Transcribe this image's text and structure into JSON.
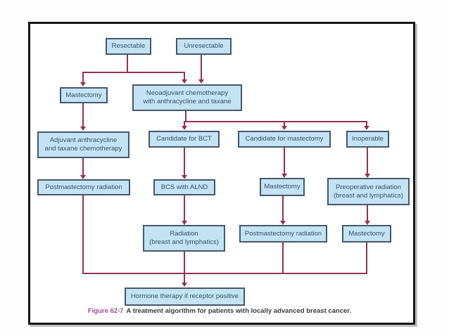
{
  "figure": {
    "caption_label": "Figure 62-7",
    "caption_text": "A treatment algorithm for patients with locally advanced breast cancer."
  },
  "colors": {
    "box_fill": "#c3e3f4",
    "box_border": "#46586a",
    "box_text": "#35506b",
    "connector": "#963152",
    "caption_label": "#9d4a9c",
    "caption_text": "#3a3a3a",
    "panel_border": "#151515"
  },
  "nodes": {
    "resectable": {
      "label": "Resectable"
    },
    "unresectable": {
      "label": "Unresectable"
    },
    "mastectomy_upper_left": {
      "label": "Mastectomy"
    },
    "neoadjuvant_chemotherapy": {
      "label": "Neoadjuvant chemotherapy\nwith anthracycline and taxane"
    },
    "adjuvant_chemotherapy": {
      "label": "Adjuvant anthracycline\nand taxane chemotherapy"
    },
    "candidate_for_bct": {
      "label": "Candidate for BCT"
    },
    "candidate_for_mastectomy": {
      "label": "Candidate for mastectomy"
    },
    "inoperable": {
      "label": "Inoperable"
    },
    "postmastectomy_radiation_left": {
      "label": "Postmastectomy radiation"
    },
    "bcs_with_alnd": {
      "label": "BCS with ALND"
    },
    "mastectomy_middle": {
      "label": "Mastectomy"
    },
    "preoperative_radiation": {
      "label": "Preoperative radiation\n(breast and lymphatics)"
    },
    "radiation_breast_lymphatics": {
      "label": "Radiation\n(breast and lymphatics)"
    },
    "postmastectomy_radiation_middle": {
      "label": "Postmastectomy radiation"
    },
    "mastectomy_right": {
      "label": "Mastectomy"
    },
    "hormone_therapy": {
      "label": "Hormone therapy if receptor positive"
    }
  },
  "edges": [
    "resectable -> mastectomy_upper_left",
    "resectable -> neoadjuvant_chemotherapy",
    "unresectable -> neoadjuvant_chemotherapy",
    "mastectomy_upper_left -> adjuvant_chemotherapy",
    "adjuvant_chemotherapy -> postmastectomy_radiation_left",
    "neoadjuvant_chemotherapy -> candidate_for_bct",
    "neoadjuvant_chemotherapy -> candidate_for_mastectomy",
    "neoadjuvant_chemotherapy -> inoperable",
    "candidate_for_bct -> bcs_with_alnd",
    "bcs_with_alnd -> radiation_breast_lymphatics",
    "candidate_for_mastectomy -> mastectomy_middle",
    "mastectomy_middle -> postmastectomy_radiation_middle",
    "inoperable -> preoperative_radiation",
    "preoperative_radiation -> mastectomy_right",
    "postmastectomy_radiation_left -> hormone_therapy",
    "radiation_breast_lymphatics -> hormone_therapy",
    "postmastectomy_radiation_middle -> hormone_therapy",
    "mastectomy_right -> hormone_therapy"
  ]
}
